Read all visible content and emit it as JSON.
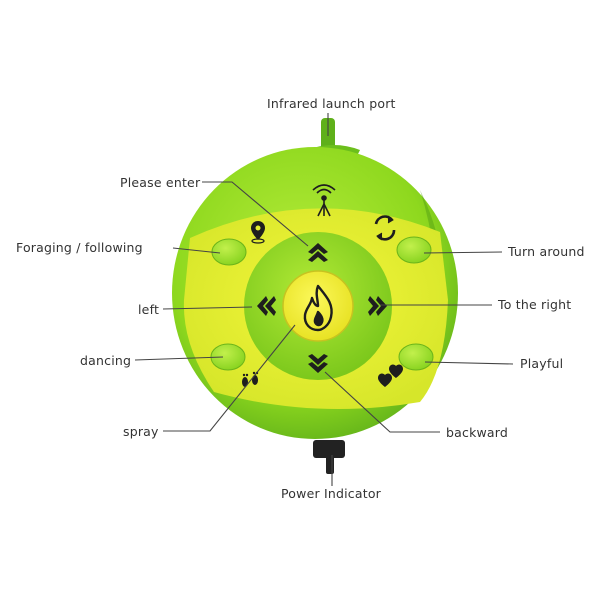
{
  "labels": {
    "infrared": "Infrared launch port",
    "please_enter": "Please enter",
    "foraging": "Foraging / following",
    "left": "left",
    "dancing": "dancing",
    "spray": "spray",
    "turn_around": "Turn around",
    "to_the_right": "To the right",
    "playful": "Playful",
    "backward": "backward",
    "power_indicator": "Power Indicator"
  },
  "colors": {
    "shell": "#8ed81e",
    "shell_dark": "#5fb01a",
    "band": "#e4ef2f",
    "inner_ring": "#8ed81e",
    "center": "#f3ef2c",
    "line": "#444444",
    "icon": "#1e1e1e"
  },
  "icons": [
    "signal-tower-icon",
    "location-pin-icon",
    "rotate-icon",
    "flame-icon",
    "hearts-icon",
    "footprints-icon"
  ]
}
